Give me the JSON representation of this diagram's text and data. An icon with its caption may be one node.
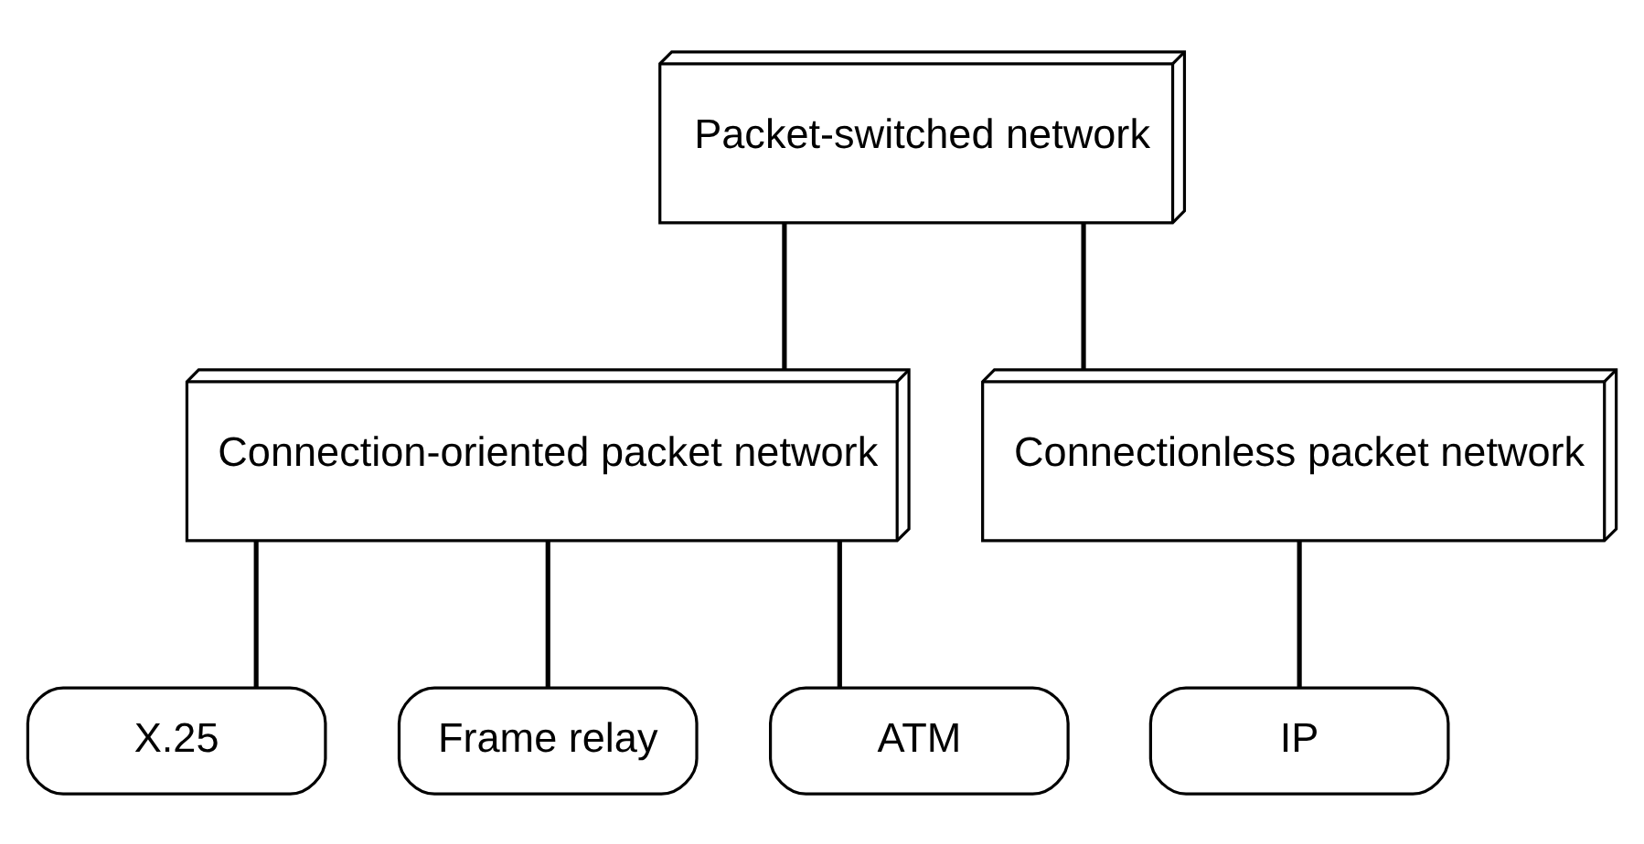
{
  "diagram": {
    "nodes": [
      {
        "text": [
          "Packet-switched network"
        ]
      },
      {
        "text": [
          "Connection-oriented packet network"
        ]
      },
      {
        "text": [
          "Connectionless packet network"
        ]
      },
      {
        "text": [
          "X.25"
        ]
      },
      {
        "text": [
          "Frame relay"
        ]
      },
      {
        "text": [
          "ATM"
        ]
      },
      {
        "text": [
          "IP"
        ]
      }
    ],
    "edges": [
      {
        "from": 0,
        "to": 1,
        "arrow": "none"
      },
      {
        "from": 0,
        "to": 2,
        "arrow": "none"
      },
      {
        "from": 1,
        "to": 3,
        "arrow": "none"
      },
      {
        "from": 1,
        "to": 4,
        "arrow": "none"
      },
      {
        "from": 1,
        "to": 5,
        "arrow": "none"
      },
      {
        "from": 2,
        "to": 6,
        "arrow": "none"
      }
    ]
  }
}
